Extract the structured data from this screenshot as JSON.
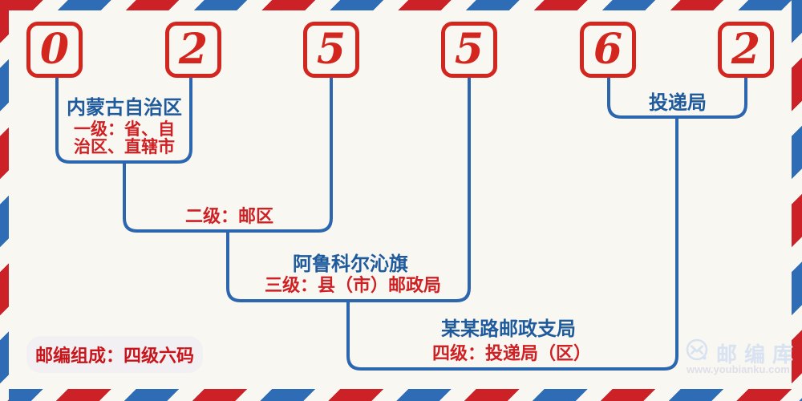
{
  "postal_code": {
    "digits": [
      "0",
      "2",
      "5",
      "5",
      "6",
      "2"
    ]
  },
  "annotations": {
    "level1": {
      "region": "内蒙古自治区",
      "desc_line1": "一级：省、自",
      "desc_line2": "治区、直辖市"
    },
    "level2": {
      "label": "二级：邮区"
    },
    "level3": {
      "place": "阿鲁科尔沁旗",
      "label": "三级：县（市）邮政局"
    },
    "level4": {
      "place": "某某路邮政支局",
      "label": "四级：投递局（区）"
    },
    "delivery": {
      "label": "投递局"
    }
  },
  "legend": {
    "composition": "邮编组成：四级六码"
  },
  "watermark": {
    "brand": "邮编库",
    "url": "www.youbianku.com"
  },
  "colors": {
    "stripe_red": "#cc2127",
    "stripe_blue": "#2e6cb5",
    "digit_red": "#d2261f",
    "text_blue": "#1e5a9c",
    "text_red": "#cf2024",
    "line_blue": "#2b66af",
    "background": "#f8f7f2",
    "watermark_blue": "#d8e2f0"
  }
}
